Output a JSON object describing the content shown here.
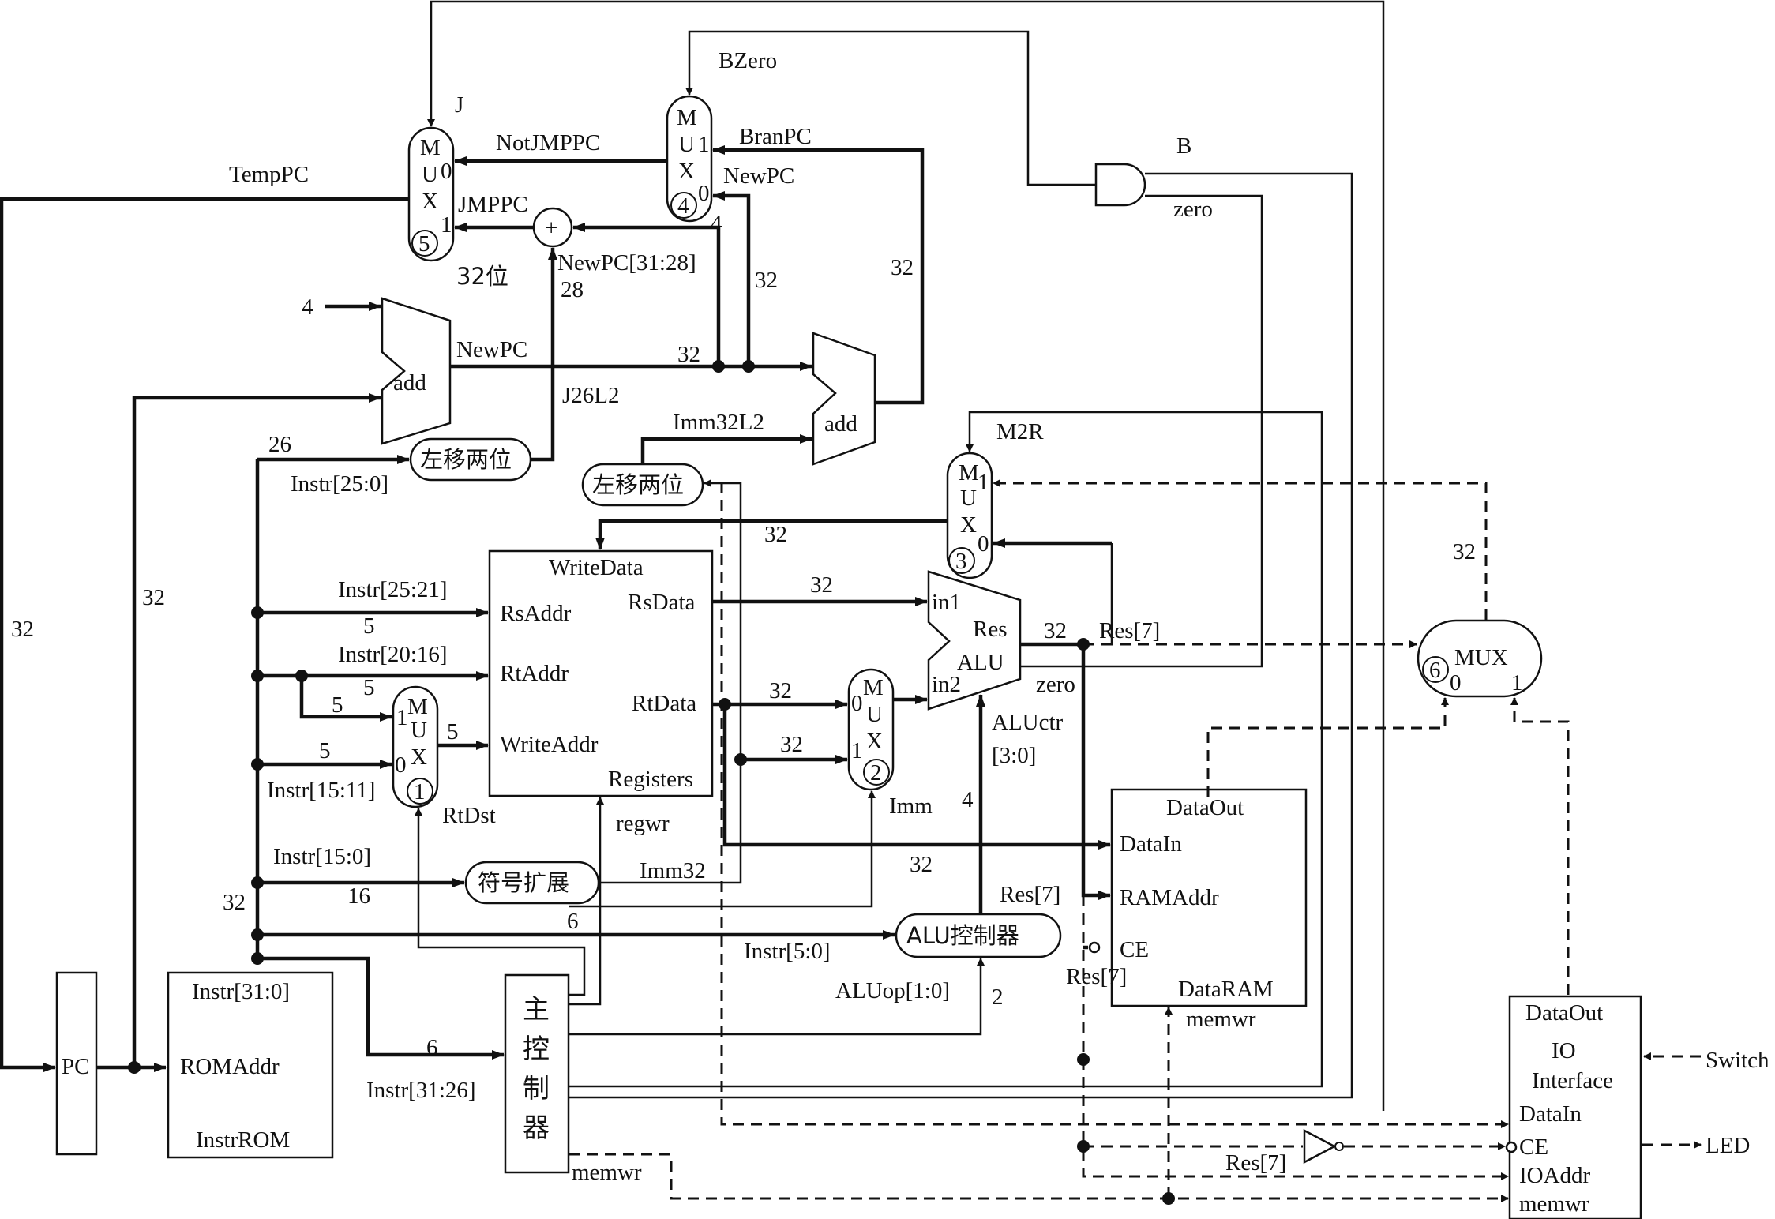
{
  "components": {
    "pc": "PC",
    "instr_rom": {
      "top": "Instr[31:0]",
      "addr": "ROMAddr",
      "name": "InstrROM"
    },
    "registers": {
      "writedata": "WriteData",
      "rsaddr": "RsAddr",
      "rtaddr": "RtAddr",
      "writeaddr": "WriteAddr",
      "rsdata": "RsData",
      "rtdata": "RtData",
      "name": "Registers"
    },
    "controller_chars": [
      "主",
      "控",
      "制",
      "器"
    ],
    "sign_ext": "符号扩展",
    "shl_j": "左移两位",
    "shl_imm": "左移两位",
    "alu_ctrl": "ALU控制器",
    "alu": {
      "in1": "in1",
      "in2": "in2",
      "res": "Res",
      "name": "ALU",
      "zero": "zero"
    },
    "adder": "add",
    "plus": "+",
    "and_gate_label": "B",
    "dataram": {
      "dataout": "DataOut",
      "datain": "DataIn",
      "ramaddr": "RAMAddr",
      "ce": "CE",
      "name": "DataRAM"
    },
    "io": {
      "dataout": "DataOut",
      "name1": "IO",
      "name2": "Interface",
      "datain": "DataIn",
      "ce": "CE",
      "ioaddr": "IOAddr",
      "memwr": "memwr"
    },
    "mux_letters": [
      "M",
      "U",
      "X"
    ],
    "mux6_label": "MUX"
  },
  "mux_numbers": [
    "1",
    "2",
    "3",
    "4",
    "5",
    "6"
  ],
  "mux_inputs": {
    "zero": "0",
    "one": "1"
  },
  "signals": {
    "bzero": "BZero",
    "j": "J",
    "notjmppc": "NotJMPPC",
    "branpc": "BranPC",
    "newpc_top": "NewPC",
    "temppc": "TempPC",
    "jmppc": "JMPPC",
    "four_mux": "4",
    "newpc_3128": "NewPC[31:28]",
    "w28": "28",
    "w32bit": "32位",
    "w32_a": "32",
    "w32_b": "32",
    "four_in": "4",
    "newpc_mid": "NewPC",
    "w32_c": "32",
    "j26l2": "J26L2",
    "imm32l2": "Imm32L2",
    "w26": "26",
    "instr_25_0": "Instr[25:0]",
    "m2r": "M2R",
    "w32_d": "32",
    "w32_e": "32",
    "w32_f": "32",
    "w32_left": "32",
    "instr_25_21": "Instr[25:21]",
    "w5_a": "5",
    "instr_20_16": "Instr[20:16]",
    "w5_b": "5",
    "w5_c": "5",
    "w5_d": "5",
    "w5_e": "5",
    "instr_15_11": "Instr[15:11]",
    "rtdst": "RtDst",
    "w32_g": "32",
    "w32_h": "32",
    "w32_i": "32",
    "res7_a": "Res[7]",
    "zero_out": "zero",
    "aluctr": "ALUctr",
    "aluctr_bits": "[3:0]",
    "imm": "Imm",
    "regwr": "regwr",
    "instr_15_0": "Instr[15:0]",
    "w16": "16",
    "imm32": "Imm32",
    "w32_j": "32",
    "w4": "4",
    "res7_b": "Res[7]",
    "w32_k": "32",
    "w6_a": "6",
    "instr_5_0": "Instr[5:0]",
    "res7_c": "Res[7]",
    "aluop": "ALUop[1:0]",
    "w2": "2",
    "memwr_a": "memwr",
    "w6_b": "6",
    "instr_31_26": "Instr[31:26]",
    "memwr_b": "memwr",
    "res7_d": "Res[7]",
    "switch": "Switch",
    "led": "LED",
    "w32_mux6": "32",
    "zero_and": "zero"
  }
}
